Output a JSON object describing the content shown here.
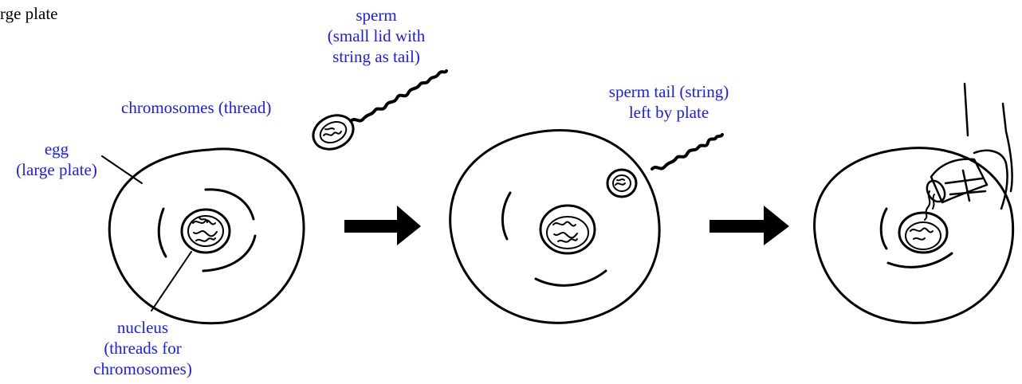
{
  "labels": {
    "top_cut": "rge plate",
    "sperm": [
      "sperm",
      "(small lid with",
      "string as tail)"
    ],
    "chromosomes": "chromosomes (thread)",
    "egg": [
      "egg",
      "(large plate)"
    ],
    "nucleus": [
      "nucleus",
      "(threads for",
      "chromosomes)"
    ],
    "sperm_tail": [
      "sperm tail (string)",
      "left by plate"
    ]
  },
  "colors": {
    "label": "#1a1aff",
    "ink": "#000000"
  }
}
